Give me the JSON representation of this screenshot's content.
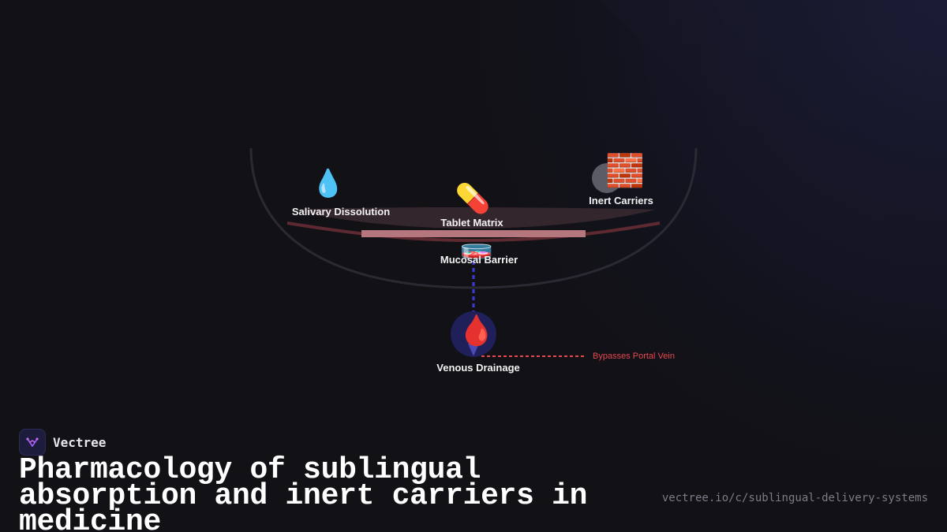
{
  "diagram": {
    "nodes": {
      "salivary": {
        "label": "Salivary Dissolution",
        "icon": "droplet-icon",
        "glyph": "💧"
      },
      "tablet": {
        "label": "Tablet Matrix",
        "icon": "pill-icon",
        "glyph": "💊"
      },
      "inert": {
        "label": "Inert Carriers",
        "icon": "brick-icon",
        "glyph": "🧱"
      },
      "mucosal": {
        "label": "Mucosal Barrier",
        "icon": "petri-dish-icon",
        "glyph": "🧫"
      },
      "venous": {
        "label": "Venous Drainage",
        "icon": "blood-drop-icon",
        "glyph": "🩸"
      }
    },
    "annotation": "Bypasses Portal Vein",
    "colors": {
      "connector": "#3b3bd6",
      "annotation": "#e5484d",
      "membrane": "#b5767d",
      "bowl": "#2a2a32"
    }
  },
  "brand": {
    "name": "Vectree",
    "logo_icon": "vectree-logo-icon"
  },
  "title": "Pharmacology of sublingual absorption and inert carriers in medicine",
  "url": "vectree.io/c/sublingual-delivery-systems"
}
